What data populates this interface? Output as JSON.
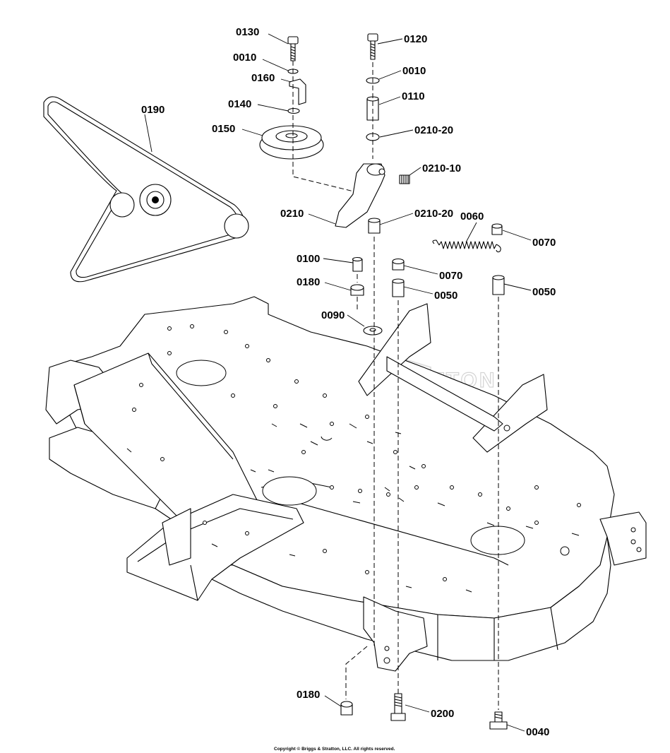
{
  "watermark": "BRIGGS&STRATTON",
  "copyright": "Copyright © Briggs & Stratton, LLC. All rights reserved.",
  "labels": {
    "p0130": "0130",
    "p0010a": "0010",
    "p0160": "0160",
    "p0140": "0140",
    "p0150": "0150",
    "p0190": "0190",
    "p0120": "0120",
    "p0010b": "0010",
    "p0110": "0110",
    "p0210_20a": "0210-20",
    "p0210_10": "0210-10",
    "p0210": "0210",
    "p0210_20b": "0210-20",
    "p0060": "0060",
    "p0070a": "0070",
    "p0070b": "0070",
    "p0100": "0100",
    "p0180a": "0180",
    "p0050a": "0050",
    "p0050b": "0050",
    "p0090": "0090",
    "p0180b": "0180",
    "p0200": "0200",
    "p0040": "0040"
  }
}
